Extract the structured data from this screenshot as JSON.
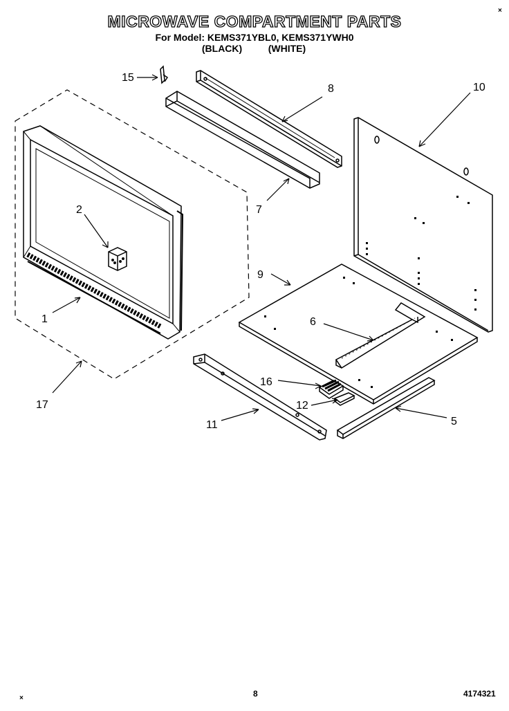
{
  "header": {
    "title": "MICROWAVE COMPARTMENT PARTS",
    "models_line": "For Model: KEMS371YBL0, KEMS371YWH0",
    "variant_black": "(BLACK)",
    "variant_white": "(WHITE)"
  },
  "corner_marks": {
    "top_right": "×",
    "bottom_left": "×"
  },
  "callouts": {
    "c1": "1",
    "c2": "2",
    "c5": "5",
    "c6": "6",
    "c7": "7",
    "c8": "8",
    "c9": "9",
    "c10": "10",
    "c11": "11",
    "c12": "12",
    "c15": "15",
    "c16": "16",
    "c17": "17"
  },
  "footer": {
    "page_number": "8",
    "doc_number": "4174321"
  }
}
